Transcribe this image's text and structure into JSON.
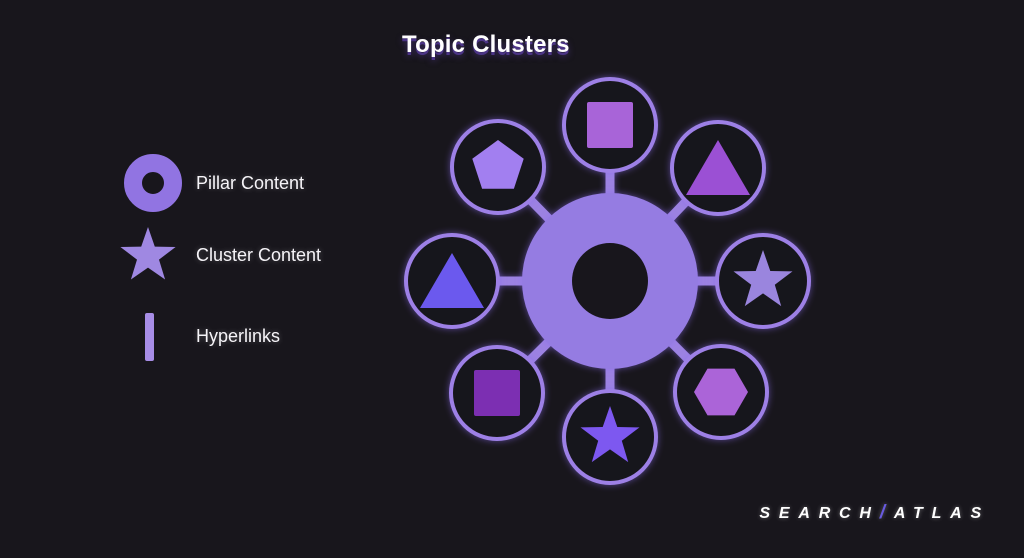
{
  "title": "Topic Clusters",
  "legend": {
    "items": [
      {
        "icon": "pillar-ring-icon",
        "label": "Pillar Content",
        "color": "#9174e2"
      },
      {
        "icon": "cluster-star-icon",
        "label": "Cluster Content",
        "color": "#9f88e2"
      },
      {
        "icon": "hyperlink-bar-icon",
        "label": "Hyperlinks",
        "color": "#a78de6"
      }
    ]
  },
  "diagram": {
    "hub": {
      "shape": "ring",
      "fill": "#957ce2"
    },
    "connector_color": "#9c82e2",
    "node_outline_color": "#9d80e6",
    "node_fill": "#18161c",
    "nodes": [
      {
        "position": "top",
        "shape": "square",
        "fill": "#a864d8"
      },
      {
        "position": "top-right",
        "shape": "triangle",
        "fill": "#9b50d4"
      },
      {
        "position": "right",
        "shape": "star",
        "fill": "#9a85de"
      },
      {
        "position": "bottom-right",
        "shape": "hexagon",
        "fill": "#ab64d8"
      },
      {
        "position": "bottom",
        "shape": "star",
        "fill": "#7d58f0"
      },
      {
        "position": "bottom-left",
        "shape": "square",
        "fill": "#7c2fb2"
      },
      {
        "position": "left",
        "shape": "triangle",
        "fill": "#6b59ee"
      },
      {
        "position": "top-left",
        "shape": "pentagon",
        "fill": "#a27ff0"
      }
    ]
  },
  "logo": {
    "word1": "SEARCH",
    "slash": "/",
    "word2": "ATLAS",
    "slash_color": "#685ae0"
  },
  "colors": {
    "background": "#18161c",
    "text": "#f6f4f8",
    "title_shadow": "#4b3486"
  }
}
